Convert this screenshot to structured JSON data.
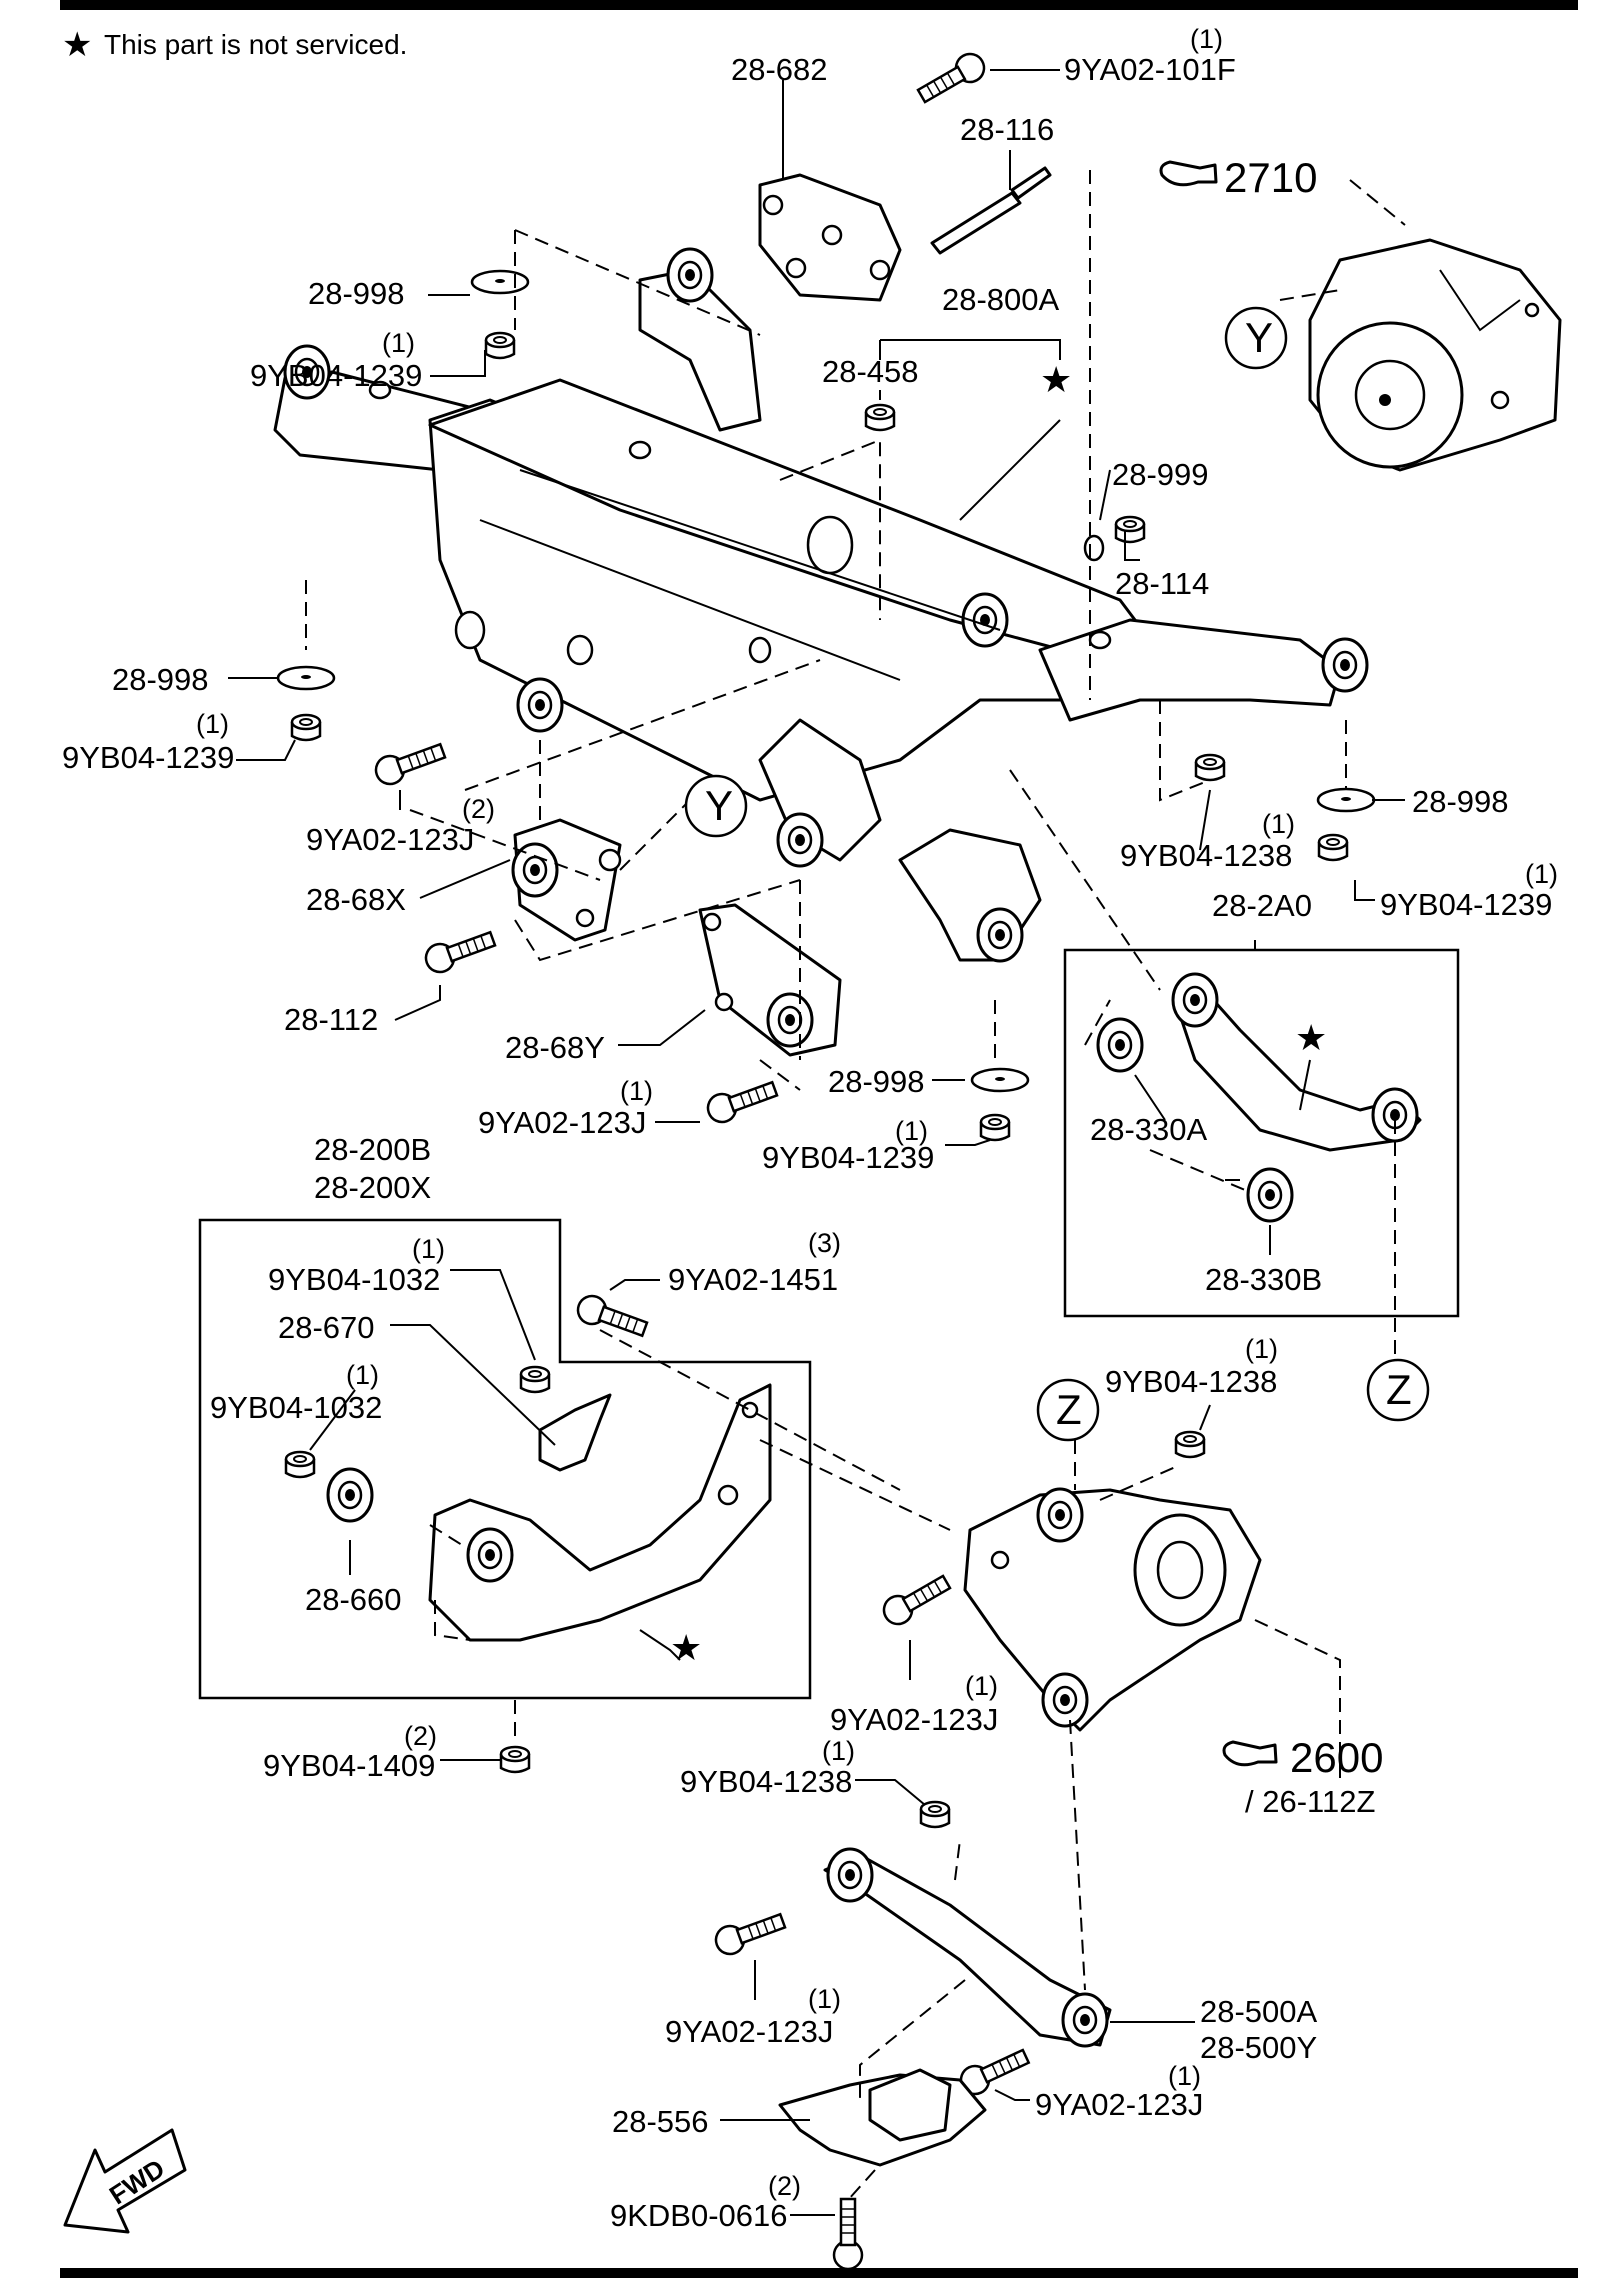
{
  "note": {
    "star": "★",
    "text": "This part is not serviced."
  },
  "labels": {
    "p28_682": "28-682",
    "b9YA02_101F": "9YA02-101F",
    "q9YA02_101F": "(1)",
    "p28_116": "28-116",
    "ref2710": "2710",
    "p28_800A": "28-800A",
    "p28_998_top": "28-998",
    "q9YB04_1239_top": "(1)",
    "n9YB04_1239_top": "9YB04-1239",
    "p28_458": "28-458",
    "p28_999": "28-999",
    "p28_114": "28-114",
    "p28_998_left": "28-998",
    "q9YB04_1239_left": "(1)",
    "n9YB04_1239_left": "9YB04-1239",
    "circleY_top": "Y",
    "circleY_mid": "Y",
    "q9YA02_123J_a": "(2)",
    "b9YA02_123J_a": "9YA02-123J",
    "p28_68X": "28-68X",
    "p28_112": "28-112",
    "p28_68Y": "28-68Y",
    "q9YA02_123J_b": "(1)",
    "b9YA02_123J_b": "9YA02-123J",
    "p28_998_mid": "28-998",
    "q9YB04_1239_mid": "(1)",
    "n9YB04_1239_mid": "9YB04-1239",
    "q9YB04_1238_a": "(1)",
    "n9YB04_1238_a": "9YB04-1238",
    "p28_998_right": "28-998",
    "q9YB04_1239_right": "(1)",
    "n9YB04_1239_right": "9YB04-1239",
    "p28_2A0": "28-2A0",
    "p28_330A": "28-330A",
    "p28_330B": "28-330B",
    "circleZ_right": "Z",
    "p28_200B": "28-200B",
    "p28_200X": "28-200X",
    "q9YB04_1032_a": "(1)",
    "n9YB04_1032_a": "9YB04-1032",
    "p28_670": "28-670",
    "q9YB04_1032_b": "(1)",
    "n9YB04_1032_b": "9YB04-1032",
    "p28_660": "28-660",
    "q9YA02_1451": "(3)",
    "b9YA02_1451": "9YA02-1451",
    "q9YB04_1238_b": "(1)",
    "n9YB04_1238_b": "9YB04-1238",
    "circleZ_mid": "Z",
    "q9YA02_123J_c": "(1)",
    "b9YA02_123J_c": "9YA02-123J",
    "ref2600": "2600",
    "ref26_112Z": "/ 26-112Z",
    "q9YB04_1409": "(2)",
    "n9YB04_1409": "9YB04-1409",
    "q9YB04_1238_c": "(1)",
    "n9YB04_1238_c": "9YB04-1238",
    "q9YA02_123J_d": "(1)",
    "b9YA02_123J_d": "9YA02-123J",
    "p28_500A": "28-500A",
    "p28_500Y": "28-500Y",
    "p28_556": "28-556",
    "q9YA02_123J_e": "(1)",
    "b9YA02_123J_e": "9YA02-123J",
    "q9KDB0_0616": "(2)",
    "b9KDB0_0616": "9KDB0-0616",
    "fwd": "FWD"
  },
  "stars": {
    "s800A": "★",
    "s2A0": "★",
    "s200B": "★"
  }
}
